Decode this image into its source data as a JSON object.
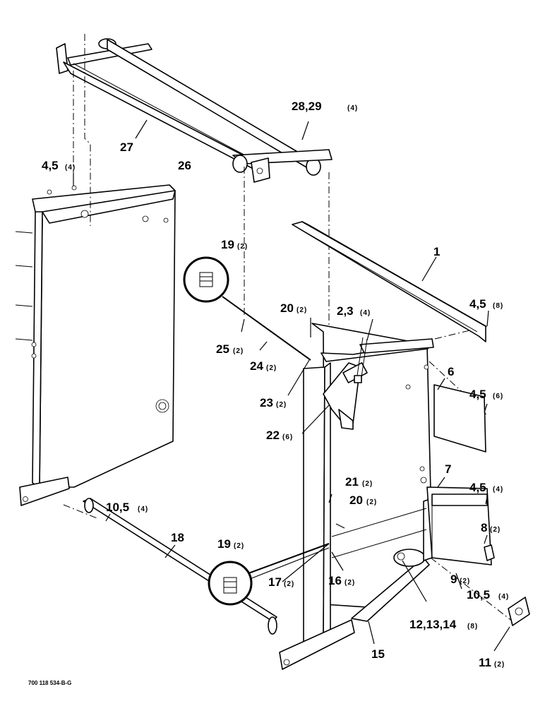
{
  "document_code": "700 118 534-B-G",
  "callouts": [
    {
      "part": "27",
      "qty": ""
    },
    {
      "part": "28,29",
      "qty": "(4)"
    },
    {
      "part": "4,5",
      "qty": "(4)"
    },
    {
      "part": "26",
      "qty": ""
    },
    {
      "part": "1",
      "qty": ""
    },
    {
      "part": "19",
      "qty": "(2)"
    },
    {
      "part": "4,5",
      "qty": "(8)"
    },
    {
      "part": "20",
      "qty": "(2)"
    },
    {
      "part": "2,3",
      "qty": "(4)"
    },
    {
      "part": "25",
      "qty": "(2)"
    },
    {
      "part": "24",
      "qty": "(2)"
    },
    {
      "part": "6",
      "qty": ""
    },
    {
      "part": "4,5",
      "qty": "(6)"
    },
    {
      "part": "23",
      "qty": "(2)"
    },
    {
      "part": "22",
      "qty": "(6)"
    },
    {
      "part": "7",
      "qty": ""
    },
    {
      "part": "4,5",
      "qty": "(4)"
    },
    {
      "part": "10,5",
      "qty": "(4)"
    },
    {
      "part": "21",
      "qty": "(2)"
    },
    {
      "part": "20",
      "qty": "(2)"
    },
    {
      "part": "19",
      "qty": "(2)"
    },
    {
      "part": "18",
      "qty": ""
    },
    {
      "part": "8",
      "qty": "(2)"
    },
    {
      "part": "17",
      "qty": "(2)"
    },
    {
      "part": "16",
      "qty": "(2)"
    },
    {
      "part": "9",
      "qty": "(2)"
    },
    {
      "part": "10,5",
      "qty": "(4)"
    },
    {
      "part": "12,13,14",
      "qty": "(8)"
    },
    {
      "part": "15",
      "qty": ""
    },
    {
      "part": "11",
      "qty": "(2)"
    }
  ]
}
